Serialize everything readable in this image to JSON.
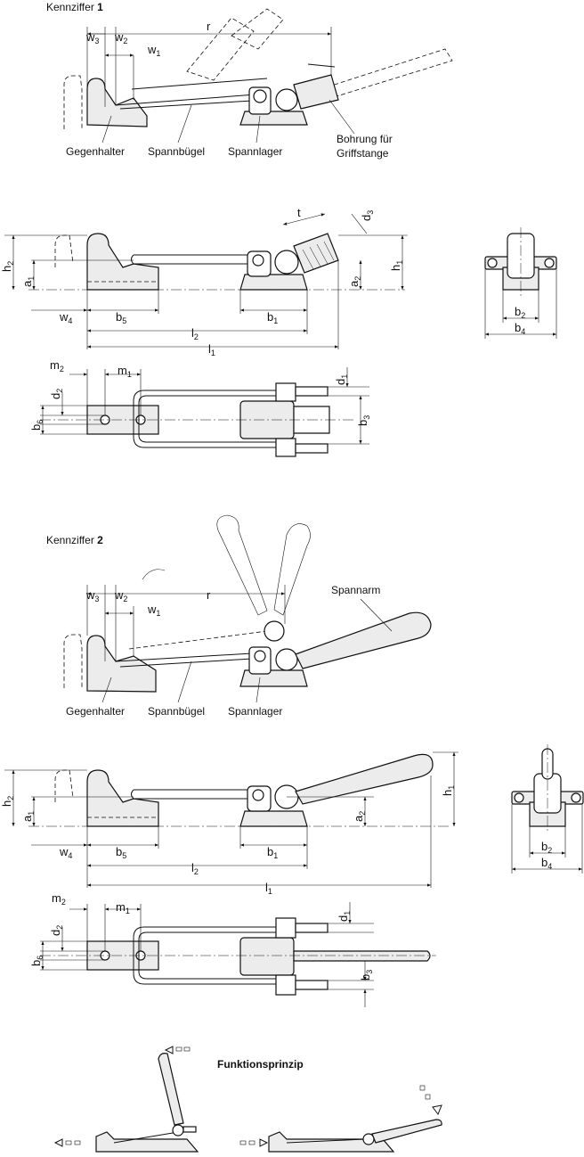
{
  "section1": {
    "title_prefix": "Kennziffer",
    "title_number": "1",
    "labels": {
      "counterpart": "Gegenhalter",
      "clamp_bow": "Spannbügel",
      "bearing": "Spannlager",
      "bore_line1": "Bohrung für",
      "bore_line2": "Griffstange"
    }
  },
  "section2": {
    "title_prefix": "Kennziffer",
    "title_number": "2",
    "labels": {
      "counterpart": "Gegenhalter",
      "clamp_bow": "Spannbügel",
      "bearing": "Spannlager",
      "arm": "Spannarm"
    }
  },
  "function_title": "Funktionsprinzip",
  "dims": {
    "w3": {
      "base": "w",
      "sub": "3"
    },
    "w2": {
      "base": "w",
      "sub": "2"
    },
    "w1": {
      "base": "w",
      "sub": "1"
    },
    "r": {
      "base": "r",
      "sub": ""
    },
    "t": {
      "base": "t",
      "sub": ""
    },
    "d3": {
      "base": "d",
      "sub": "3"
    },
    "h2": {
      "base": "h",
      "sub": "2"
    },
    "a1": {
      "base": "a",
      "sub": "1"
    },
    "a2": {
      "base": "a",
      "sub": "2"
    },
    "h1": {
      "base": "h",
      "sub": "1"
    },
    "w4": {
      "base": "w",
      "sub": "4"
    },
    "b5": {
      "base": "b",
      "sub": "5"
    },
    "b1": {
      "base": "b",
      "sub": "1"
    },
    "l2": {
      "base": "l",
      "sub": "2"
    },
    "l1": {
      "base": "l",
      "sub": "1"
    },
    "b2": {
      "base": "b",
      "sub": "2"
    },
    "b4": {
      "base": "b",
      "sub": "4"
    },
    "m2": {
      "base": "m",
      "sub": "2"
    },
    "m1": {
      "base": "m",
      "sub": "1"
    },
    "d2": {
      "base": "d",
      "sub": "2"
    },
    "d1": {
      "base": "d",
      "sub": "1"
    },
    "b6": {
      "base": "b",
      "sub": "6"
    },
    "b3": {
      "base": "b",
      "sub": "3"
    }
  }
}
